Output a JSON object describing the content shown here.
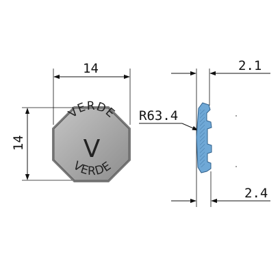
{
  "front_view": {
    "width_dim": "14",
    "height_dim": "14",
    "top_text": "VERDE",
    "center_letter": "V",
    "bottom_text": "VERDE",
    "face_color": "#a9a9a9",
    "edge_color": "#7a7a7a"
  },
  "side_view": {
    "radius_label": "R63.4",
    "top_dim": "2.1",
    "bottom_dim": "2.4",
    "section_color": "#6fa8d6"
  }
}
